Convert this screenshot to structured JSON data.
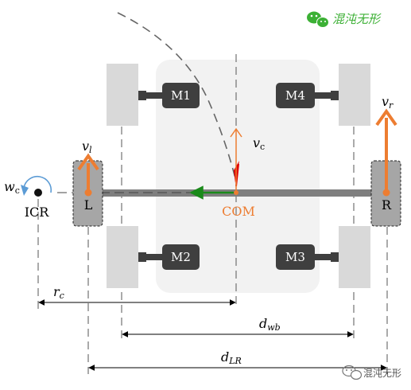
{
  "watermark_top": {
    "text": "混沌无形",
    "color": "#3cb035"
  },
  "watermark_bottom": {
    "text": "混沌无形"
  },
  "motors": {
    "m1": "M1",
    "m2": "M2",
    "m3": "M3",
    "m4": "M4"
  },
  "wheels": {
    "left": "L",
    "right": "R"
  },
  "labels": {
    "com": "COM",
    "icr": "ICR",
    "vc_main": "v",
    "vc_sub": "c",
    "vl_main": "v",
    "vl_sub": "l",
    "vr_main": "v",
    "vr_sub": "r",
    "wc_main": "w",
    "wc_sub": "c",
    "rc_main": "r",
    "rc_sub": "c",
    "dwb_main": "d",
    "dwb_sub": "wb",
    "dlr_main": "d",
    "dlr_sub": "LR"
  },
  "colors": {
    "orange": "#ed7d31",
    "red": "#e00000",
    "green": "#1a8a1a",
    "blue": "#5b9bd5",
    "axle": "#7f7f7f",
    "motor": "#3f3f3f",
    "wheel_light": "#d9d9d9",
    "wheel_dark": "#a6a6a6",
    "body": "#f2f2f2"
  }
}
